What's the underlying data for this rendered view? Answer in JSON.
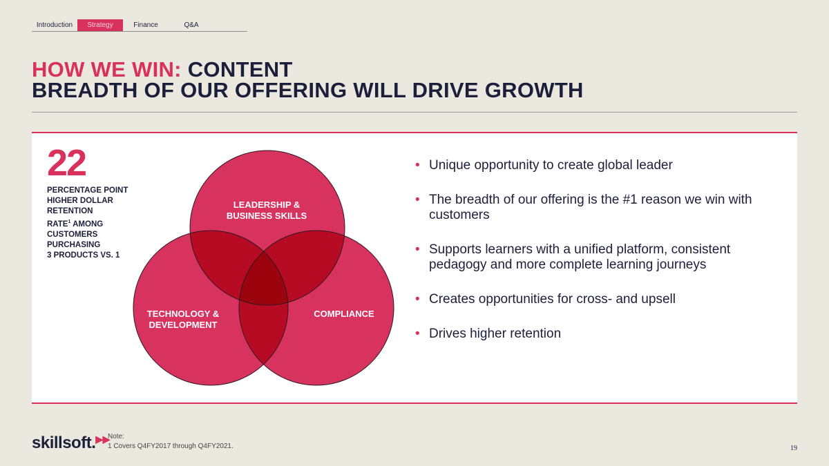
{
  "nav": {
    "tabs": [
      "Introduction",
      "Strategy",
      "Finance",
      "Q&A"
    ],
    "active": "Strategy"
  },
  "title": {
    "prefix": "HOW WE WIN:",
    "rest": " CONTENT",
    "line2": "BREADTH OF OUR OFFERING WILL DRIVE GROWTH"
  },
  "stat": {
    "value": "22",
    "line1": "PERCENTAGE POINT",
    "line2": "HIGHER DOLLAR",
    "line3": "RETENTION",
    "line4a": "RATE",
    "sup": "1",
    "line4b": " AMONG",
    "line5": "CUSTOMERS",
    "line6": "PURCHASING",
    "line7": "3 PRODUCTS VS. 1"
  },
  "venn": {
    "top": [
      "LEADERSHIP &",
      "BUSINESS SKILLS"
    ],
    "left": [
      "TECHNOLOGY &",
      "DEVELOPMENT"
    ],
    "right": [
      "COMPLIANCE"
    ]
  },
  "bullets": [
    "Unique opportunity to create global leader",
    "The breadth of our offering is the #1 reason we win with customers",
    "Supports learners with a unified platform, consistent pedagogy and more complete learning journeys",
    "Creates opportunities for cross- and upsell",
    "Drives higher retention"
  ],
  "footer": {
    "logo": "skillsoft.",
    "note_label": "Note:",
    "note": "1 Covers Q4FY2017 through Q4FY2021.",
    "page": "19"
  },
  "colors": {
    "accent": "#d8315b",
    "navy": "#1c1f3a"
  }
}
